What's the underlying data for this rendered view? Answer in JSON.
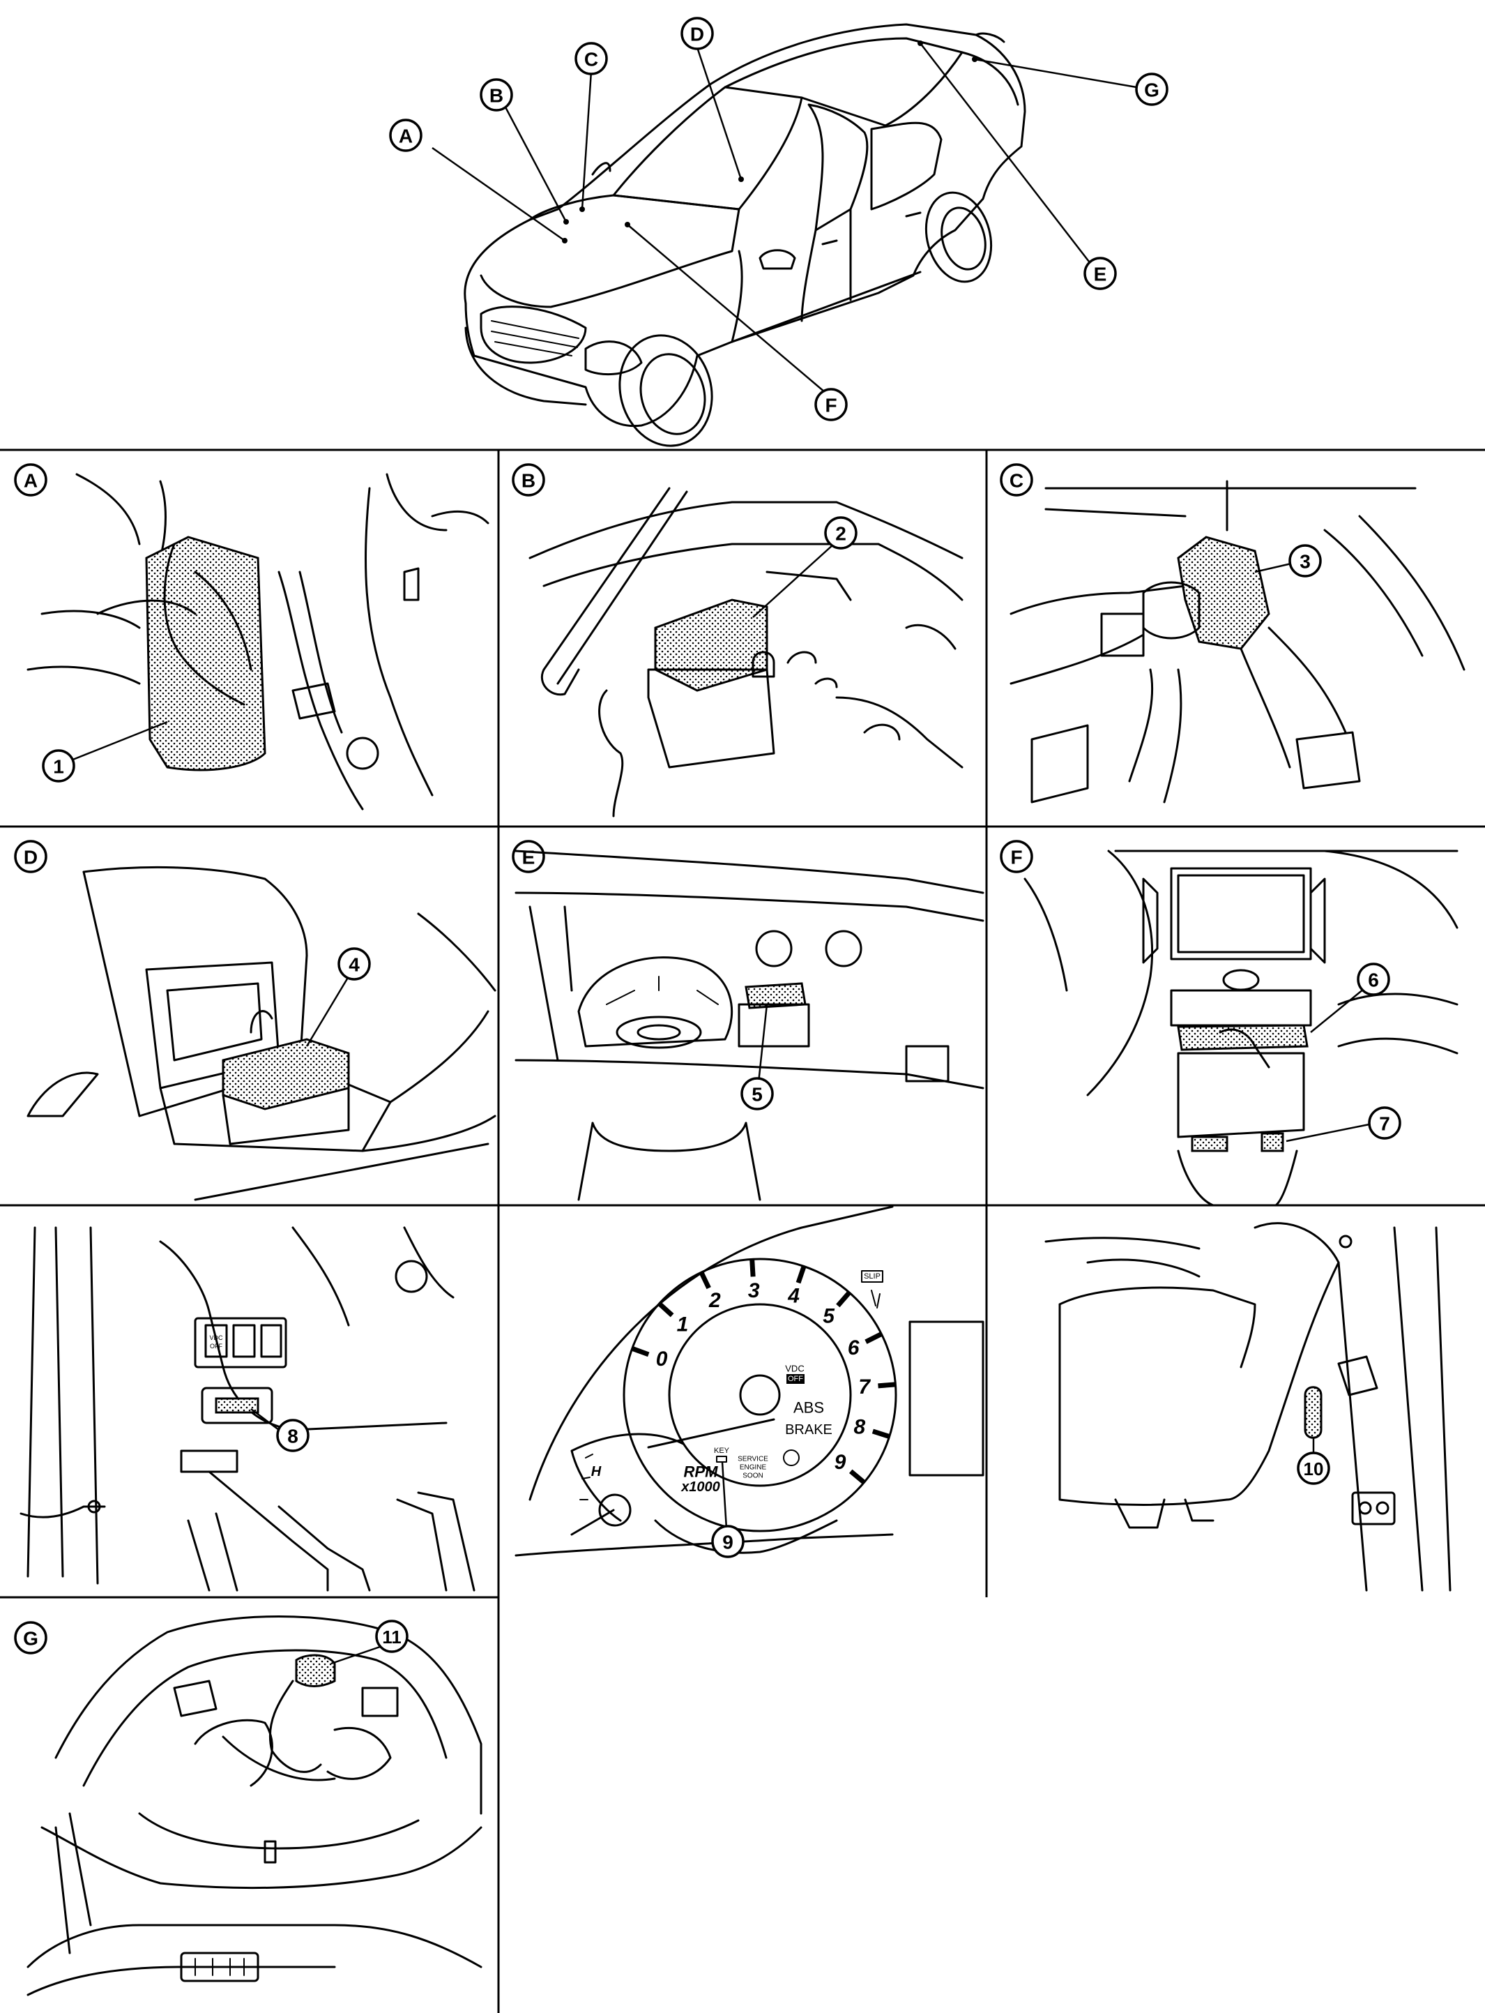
{
  "overview": {
    "location_labels": [
      {
        "id": "A",
        "label": "A"
      },
      {
        "id": "B",
        "label": "B"
      },
      {
        "id": "C",
        "label": "C"
      },
      {
        "id": "D",
        "label": "D"
      },
      {
        "id": "E",
        "label": "E"
      },
      {
        "id": "F",
        "label": "F"
      },
      {
        "id": "G",
        "label": "G"
      }
    ]
  },
  "panels": {
    "A": {
      "label": "A",
      "callouts": [
        "1"
      ]
    },
    "B": {
      "label": "B",
      "callouts": [
        "2"
      ]
    },
    "C": {
      "label": "C",
      "callouts": [
        "3"
      ]
    },
    "D": {
      "label": "D",
      "callouts": [
        "4"
      ]
    },
    "E": {
      "label": "E",
      "callouts": [
        "5"
      ]
    },
    "F": {
      "label": "F",
      "callouts": [
        "6",
        "7"
      ]
    },
    "pedal": {
      "callouts": [
        "8"
      ]
    },
    "cluster": {
      "callouts": [
        "9"
      ]
    },
    "pillar": {
      "callouts": [
        "10"
      ]
    },
    "G": {
      "label": "G",
      "callouts": [
        "11"
      ]
    }
  },
  "cluster": {
    "tach_numbers": [
      "0",
      "1",
      "2",
      "3",
      "4",
      "5",
      "6",
      "7",
      "8",
      "9"
    ],
    "rpm_label": "RPM",
    "rpm_scale": "x1000",
    "vdc_label": "VDC",
    "vdc_off": "OFF",
    "abs_label": "ABS",
    "brake_label": "BRAKE",
    "key_label": "KEY",
    "service_label": "SERVICE",
    "engine_label": "ENGINE",
    "soon_label": "SOON",
    "slip_label": "SLIP",
    "temp_h": "H"
  },
  "pedal_switch": {
    "vdc_label": "VDC",
    "off_label": "OFF"
  },
  "colors": {
    "line": "#000000",
    "background": "#ffffff"
  }
}
